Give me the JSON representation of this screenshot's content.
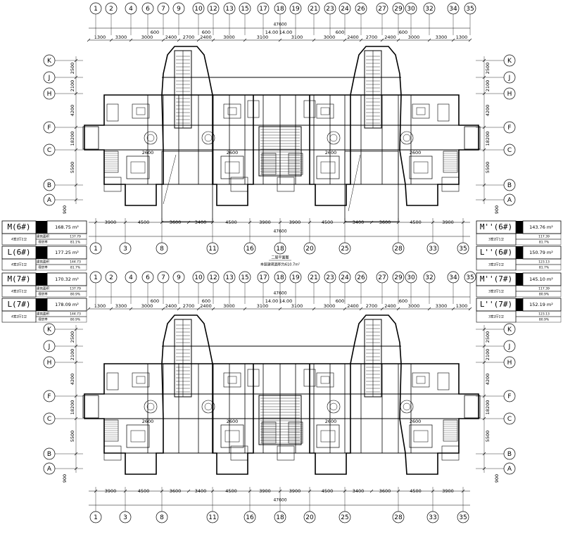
{
  "plan_top": {
    "axes_top": [
      "1",
      "2",
      "4",
      "6",
      "7",
      "9",
      "10",
      "12",
      "13",
      "15",
      "17",
      "18",
      "19",
      "21",
      "23",
      "24",
      "26",
      "27",
      "29",
      "30",
      "32",
      "34",
      "35"
    ],
    "axes_bottom": [
      "1",
      "3",
      "8",
      "11",
      "16",
      "18",
      "20",
      "25",
      "28",
      "33",
      "35"
    ],
    "rows": [
      "K",
      "J",
      "H",
      "F",
      "C",
      "B",
      "A"
    ],
    "dims_top": [
      "1300",
      "3300",
      "3000",
      "2400",
      "2700",
      "2400",
      "3000",
      "3100",
      "3100",
      "3000",
      "2400",
      "2700",
      "2400",
      "3000",
      "3300",
      "1300"
    ],
    "dims_top_small": [
      "600",
      "600",
      "600",
      "600",
      "14.00",
      "14.00"
    ],
    "dims_bottom": [
      "3900",
      "4500",
      "3600",
      "3400",
      "4500",
      "3900",
      "3900",
      "4500",
      "3400",
      "3600",
      "4500",
      "3900"
    ],
    "total": "47600",
    "left_dims": [
      "2500",
      "2100",
      "4200",
      "18200",
      "5500"
    ],
    "right_dims": [
      "2500",
      "2100",
      "4200",
      "18200",
      "5500"
    ],
    "bottom_side": "900",
    "caption_title": "二层平面图",
    "caption_sub": "本层建筑面积为610.7m²",
    "annotations": [
      "2600",
      "2600",
      "2600",
      "2600"
    ]
  },
  "plan_bottom": {
    "axes_top": [
      "1",
      "2",
      "4",
      "6",
      "7",
      "9",
      "10",
      "12",
      "13",
      "15",
      "17",
      "18",
      "19",
      "21",
      "23",
      "24",
      "26",
      "27",
      "29",
      "30",
      "32",
      "34",
      "35"
    ],
    "axes_bottom": [
      "1",
      "3",
      "8",
      "11",
      "16",
      "18",
      "20",
      "25",
      "28",
      "33",
      "35"
    ],
    "rows": [
      "K",
      "J",
      "H",
      "F",
      "C",
      "B",
      "A"
    ],
    "dims_top": [
      "1300",
      "3300",
      "3000",
      "2400",
      "2700",
      "2400",
      "3000",
      "3100",
      "3100",
      "3000",
      "2400",
      "2700",
      "2400",
      "3000",
      "3300",
      "1300"
    ],
    "dims_top_small": [
      "600",
      "600",
      "600",
      "600",
      "14.00",
      "14.00"
    ],
    "dims_bottom": [
      "3900",
      "4500",
      "3600",
      "3400",
      "4500",
      "3900",
      "3900",
      "4500",
      "3400",
      "3600",
      "4500",
      "3900"
    ],
    "total": "47600",
    "left_dims": [
      "2500",
      "2100",
      "4200",
      "18200",
      "5500"
    ],
    "right_dims": [
      "2500",
      "2100",
      "4200",
      "18200",
      "5500"
    ],
    "bottom_side": "900",
    "annotations": [
      "2600",
      "2600",
      "2600",
      "2600"
    ]
  },
  "tables_left": [
    {
      "label": "M(6#)",
      "area": "168.75",
      "note": "4室2厅2卫",
      "rows": [
        [
          "建筑面积",
          "137.79"
        ],
        [
          "得房率",
          "81.1%"
        ]
      ]
    },
    {
      "label": "L(6#)",
      "area": "177.25",
      "note": "4室2厅2卫",
      "rows": [
        [
          "建筑面积",
          "144.73"
        ],
        [
          "得房率",
          "81.7%"
        ]
      ]
    },
    {
      "label": "M(7#)",
      "area": "170.32",
      "note": "4室2厅2卫",
      "rows": [
        [
          "建筑面积",
          "137.79"
        ],
        [
          "得房率",
          "80.9%"
        ]
      ]
    },
    {
      "label": "L(7#)",
      "area": "178.09",
      "note": "4室2厅2卫",
      "rows": [
        [
          "建筑面积",
          "144.73"
        ],
        [
          "得房率",
          "80.9%"
        ]
      ]
    }
  ],
  "tables_right": [
    {
      "label": "M''(6#)",
      "area": "143.76",
      "note": "3室2厅1卫",
      "rows": [
        [
          "建筑面积",
          "117.39"
        ],
        [
          "得房率",
          "81.7%"
        ]
      ]
    },
    {
      "label": "L''(6#)",
      "area": "150.79",
      "note": "3室2厅2卫",
      "rows": [
        [
          "建筑面积",
          "123.13"
        ],
        [
          "得房率",
          "81.7%"
        ]
      ]
    },
    {
      "label": "M''(7#)",
      "area": "145.10",
      "note": "3室2厅1卫",
      "rows": [
        [
          "建筑面积",
          "117.39"
        ],
        [
          "得房率",
          "80.9%"
        ]
      ]
    },
    {
      "label": "L''(7#)",
      "area": "152.19",
      "note": "3室2厅2卫",
      "rows": [
        [
          "建筑面积",
          "123.13"
        ],
        [
          "得房率",
          "80.9%"
        ]
      ]
    }
  ],
  "colors": {
    "ink": "#000000",
    "paper": "#ffffff"
  }
}
